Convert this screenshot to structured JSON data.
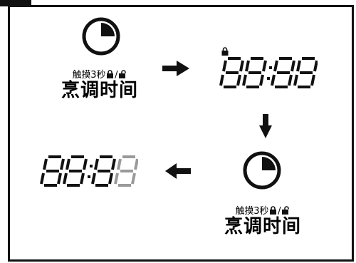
{
  "step1": {
    "touch_hint": "触摸3秒",
    "label": "烹调时间"
  },
  "step2": {
    "display_left": "88",
    "display_right": "88"
  },
  "step3": {
    "touch_hint": "触摸3秒",
    "label": "烹调时间"
  },
  "step4": {
    "display_left": "88",
    "display_right": "88",
    "dimmed_digit": "8"
  },
  "colors": {
    "ink": "#111111",
    "dim": "#9a9a9a"
  },
  "icons": [
    "timer-icon",
    "lock-icon",
    "unlock-icon",
    "arrow-right-icon",
    "arrow-down-icon",
    "arrow-left-icon"
  ]
}
